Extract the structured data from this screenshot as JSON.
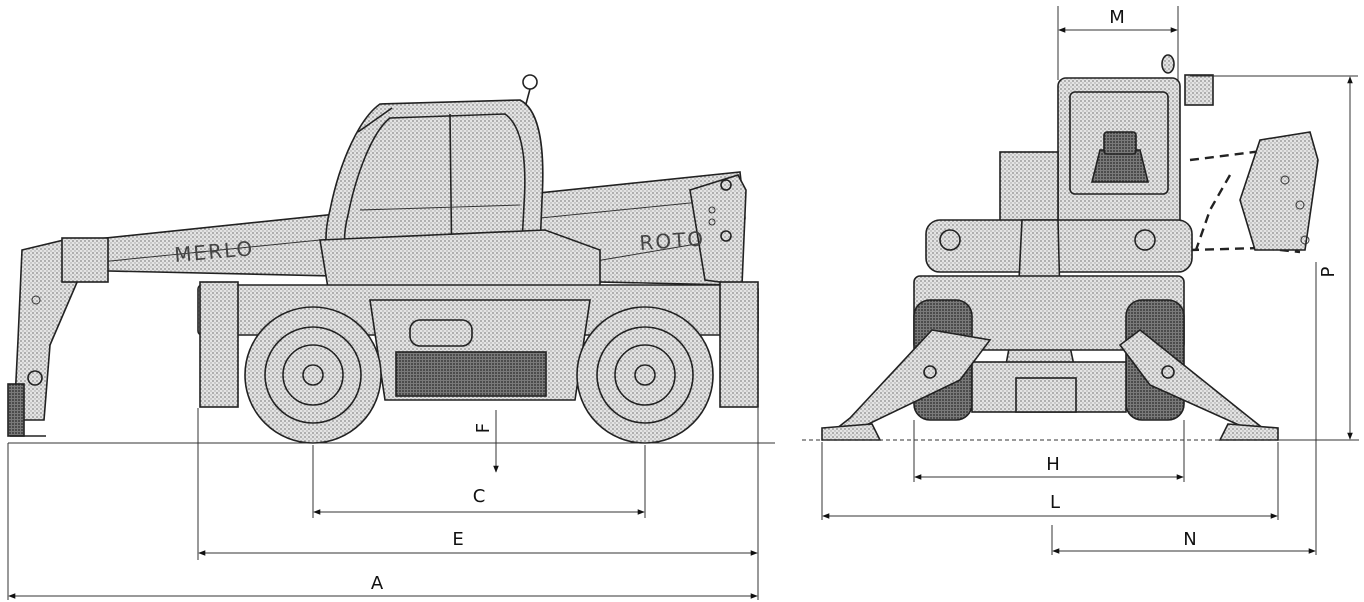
{
  "side_view": {
    "branding": [
      "MERLO",
      "ROTO"
    ],
    "dimensions": {
      "A": "A",
      "C": "C",
      "E": "E",
      "F": "F"
    }
  },
  "front_view": {
    "dimensions": {
      "M": "M",
      "H": "H",
      "L": "L",
      "N": "N",
      "P": "P"
    }
  },
  "colors": {
    "ink": "#222222",
    "shade": "#c8c8c8",
    "dark_shade": "#555555"
  }
}
